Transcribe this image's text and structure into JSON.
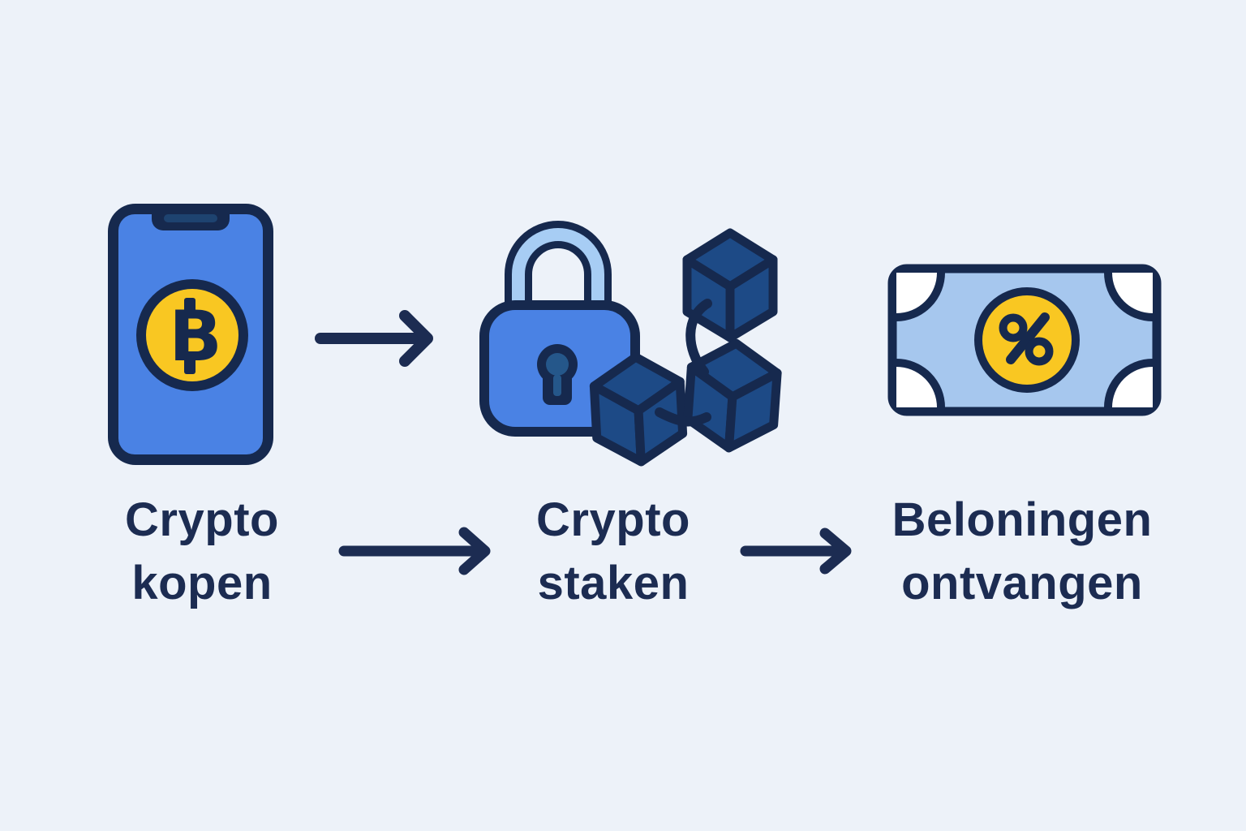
{
  "colors": {
    "bg": "#edf2f9",
    "ink": "#16294e",
    "text": "#1c2c52",
    "blue": "#4a82e4",
    "lightblue": "#a7cdf4",
    "billblue": "#a6c7ee",
    "yellow": "#f9c722",
    "cube": "#1d4a86",
    "keyhole": "#25578a",
    "speaker": "#1e4370",
    "white": "#ffffff"
  },
  "steps": [
    {
      "id": "buy",
      "icon": "smartphone-bitcoin-icon",
      "line1": "Crypto",
      "line2": "kopen"
    },
    {
      "id": "stake",
      "icon": "padlock-blockchain-icon",
      "line1": "Crypto",
      "line2": "staken"
    },
    {
      "id": "rewards",
      "icon": "banknote-percent-icon",
      "line1": "Beloningen",
      "line2": "ontvangen"
    }
  ],
  "connector_icon": "arrow-right-icon",
  "bitcoin_symbol": "B",
  "percent_symbol": "%"
}
